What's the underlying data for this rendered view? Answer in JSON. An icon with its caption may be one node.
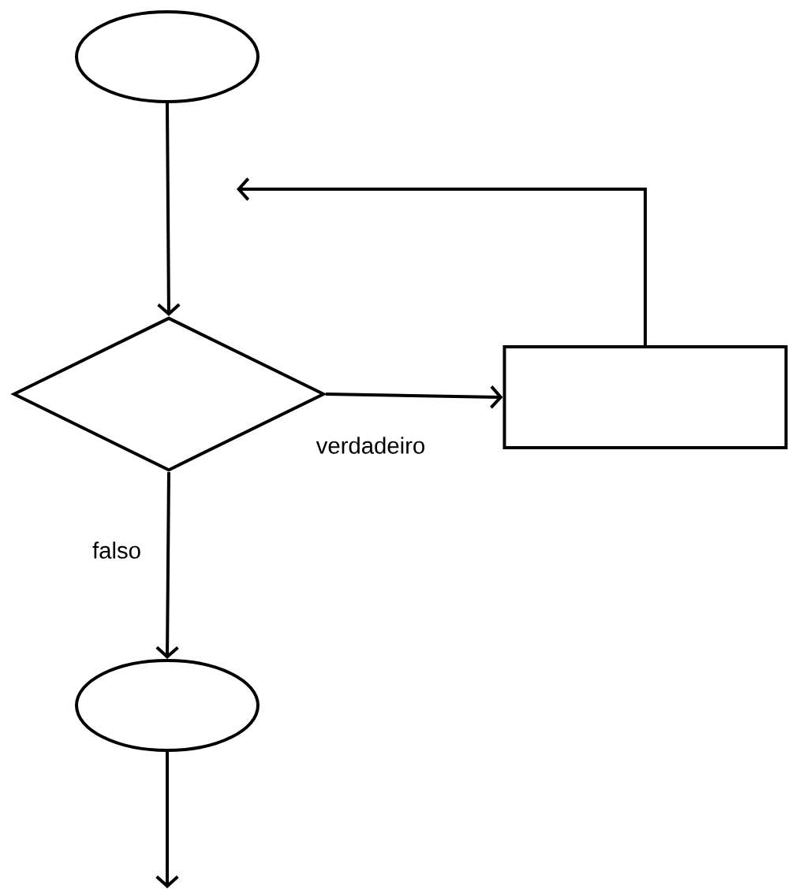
{
  "diagram": {
    "nodes": [
      {
        "text": [],
        "shape": "ellipse"
      },
      {
        "text": [],
        "shape": "diamond"
      },
      {
        "text": [],
        "shape": "box"
      },
      {
        "text": [],
        "shape": "ellipse"
      }
    ],
    "edges": [
      {
        "from": 0,
        "to": 1,
        "arrow": "to"
      },
      {
        "from": 1,
        "to": 2,
        "arrow": "to",
        "label": "verdadeiro"
      },
      {
        "from": 2,
        "to": null,
        "arrow": "to"
      },
      {
        "from": 1,
        "to": 3,
        "arrow": "to",
        "label": "falso"
      },
      {
        "from": 3,
        "to": null,
        "arrow": "to"
      }
    ]
  }
}
